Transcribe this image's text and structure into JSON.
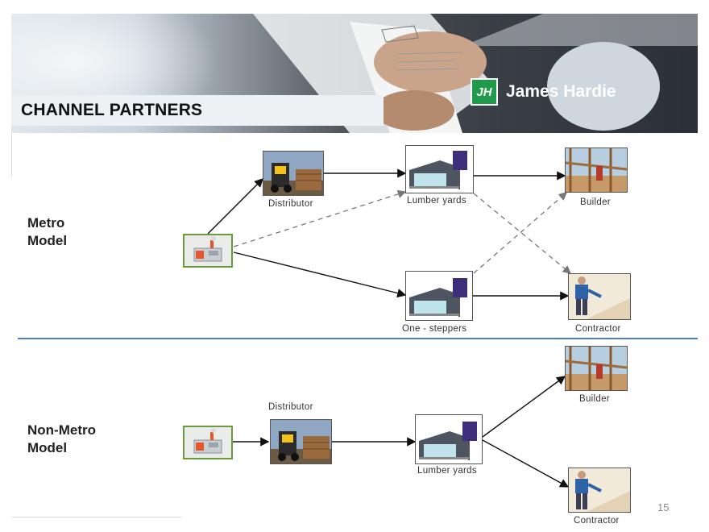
{
  "banner": {
    "title": "CHANNEL PARTNERS",
    "logo_initials": "JH",
    "logo_text": "James Hardie"
  },
  "metro": {
    "label_line1": "Metro",
    "label_line2": "Model",
    "distributor": "Distributor",
    "lumber_yards": "Lumber yards",
    "builder": "Builder",
    "one_steppers": "One - steppers",
    "contractor": "Contractor"
  },
  "nonmetro": {
    "label_line1": "Non-Metro",
    "label_line2": "Model",
    "distributor": "Distributor",
    "lumber_yards": "Lumber yards",
    "builder": "Builder",
    "contractor": "Contractor"
  },
  "page_number": "15",
  "colors": {
    "divider": "#4a7fc1",
    "logo_green": "#1e9a4a",
    "factory_border": "#6a9a3a"
  }
}
